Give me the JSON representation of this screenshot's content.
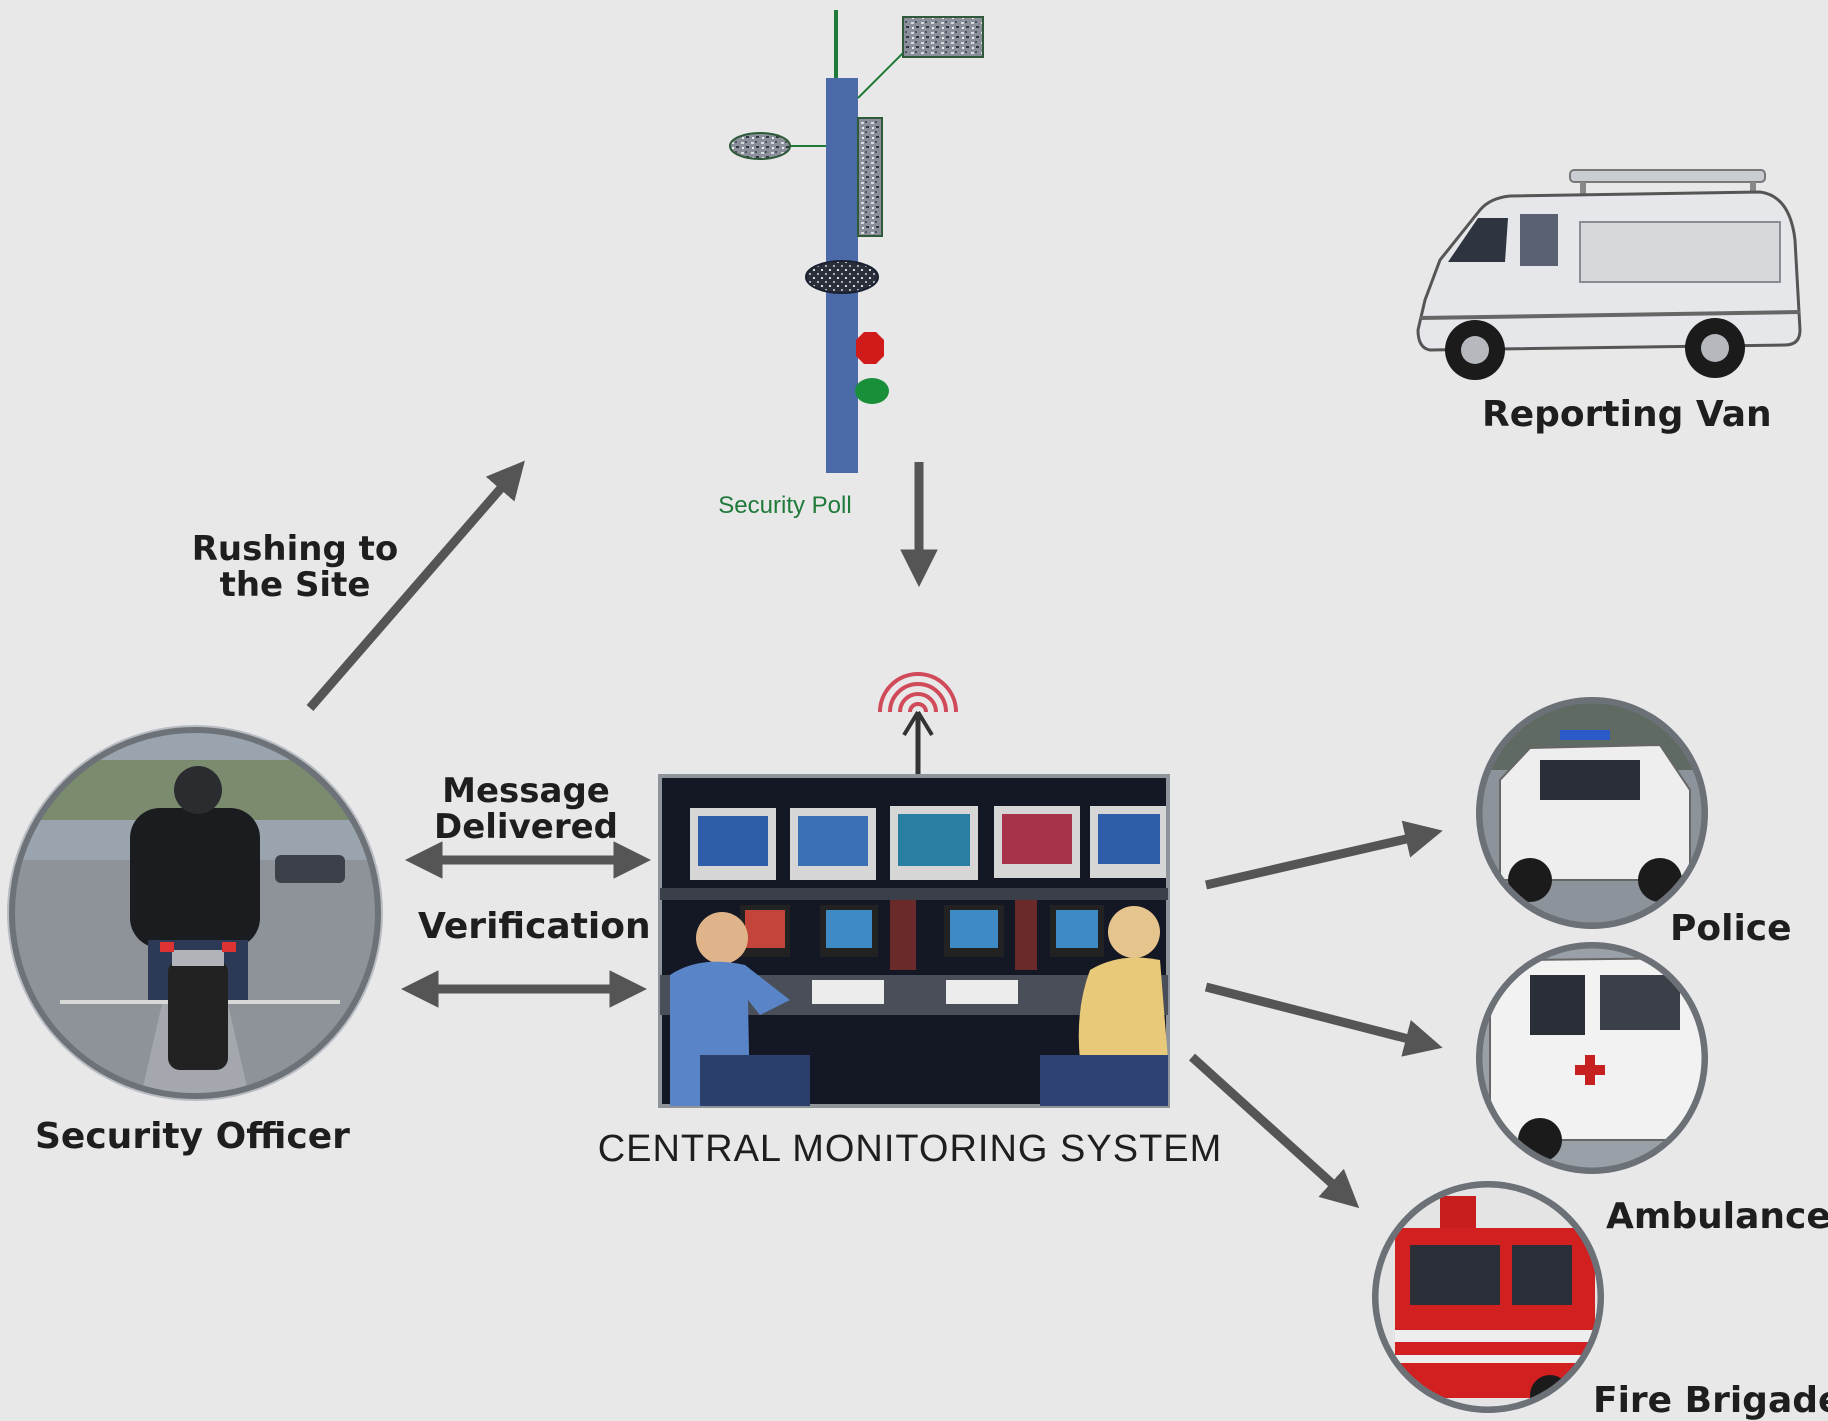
{
  "labels": {
    "security_pole": "Security Poll",
    "reporting_van": "Reporting Van",
    "rushing_line1": "Rushing to",
    "rushing_line2": "the Site",
    "message_line1": "Message",
    "message_line2": "Delivered",
    "verification": "Verification",
    "security_officer": "Security Officer",
    "central_monitoring": "CENTRAL MONITORING SYSTEM",
    "police": "Police",
    "ambulance": "Ambulance",
    "fire_brigade": "Fire Brigade"
  },
  "colors": {
    "background": "#e8e8e9",
    "pole": "#4a6aa8",
    "arrow": "#555555",
    "red_light": "#d11a1a",
    "green_light": "#1a8f3a",
    "signal": "#d04a5a",
    "label_green": "#1f7a3a"
  },
  "icons": [
    "security-pole-icon",
    "reporting-van-icon",
    "motorcycle-officer-icon",
    "control-room-icon",
    "police-vehicle-icon",
    "ambulance-icon",
    "fire-truck-icon",
    "wireless-signal-icon"
  ]
}
